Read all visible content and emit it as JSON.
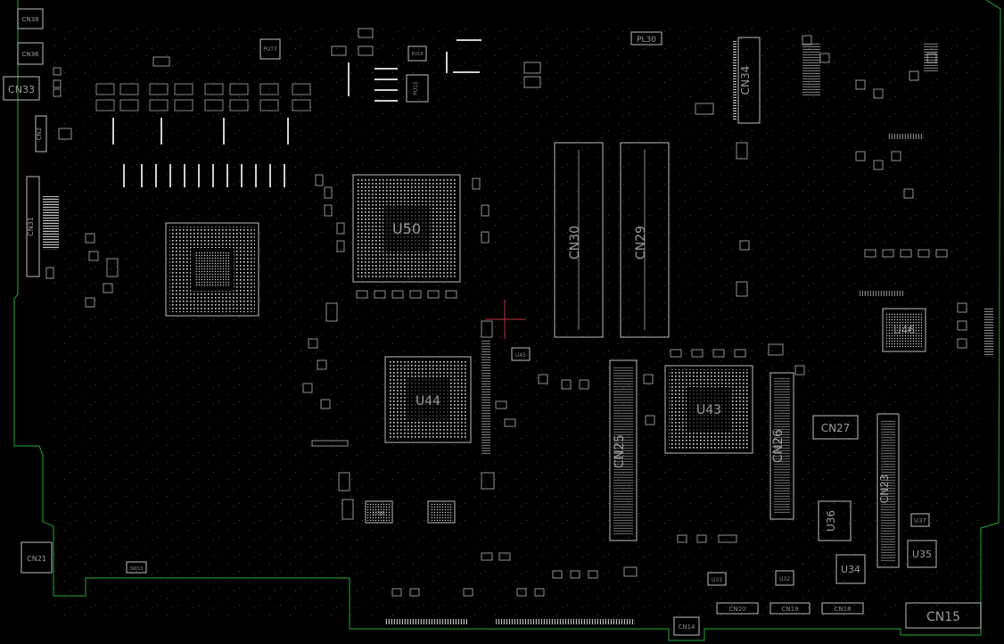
{
  "board": {
    "designators": {
      "cn38": "CN38",
      "cn36": "CN36",
      "cn33": "CN33",
      "cn2": "CN2",
      "cn31": "CN31",
      "cn21": "CN21",
      "cn34": "CN34",
      "cn30": "CN30",
      "cn29": "CN29",
      "cn25": "CN25",
      "cn26": "CN26",
      "cn27": "CN27",
      "cn23": "CN23",
      "cn15": "CN15",
      "cn14": "CN14",
      "cn18": "CN18",
      "cn19": "CN19",
      "cn20": "CN20",
      "u50": "U50",
      "u44": "U44",
      "u43": "U43",
      "u46": "U46",
      "u36": "U36",
      "u35": "U35",
      "u34": "U34",
      "u37": "U37",
      "u38": "U38",
      "u33": "U33",
      "u32": "U32",
      "u45": "U45",
      "u15": "PU15",
      "u16": "PU16",
      "pl30": "PL30",
      "sw13": "SW13",
      "put7": "PUT7"
    },
    "colors": {
      "background": "#000000",
      "outline": "#1f8a2a",
      "silkscreen": "#bdbdbd",
      "marker": "#c03040"
    }
  }
}
